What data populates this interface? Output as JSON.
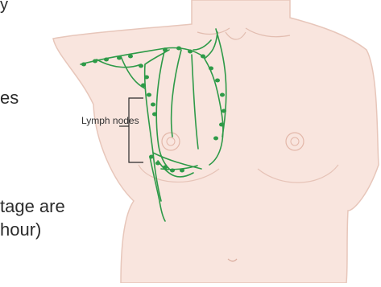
{
  "fragments": {
    "line1": "y",
    "line2": "es",
    "line3": "tage are",
    "line4": "hour)"
  },
  "labels": {
    "lymph_nodes": "Lymph nodes"
  },
  "colors": {
    "skin": "#f9e5de",
    "skin_outline": "#ddb7aa",
    "lymph": "#2e9a48",
    "line": "#2b2b2b"
  }
}
